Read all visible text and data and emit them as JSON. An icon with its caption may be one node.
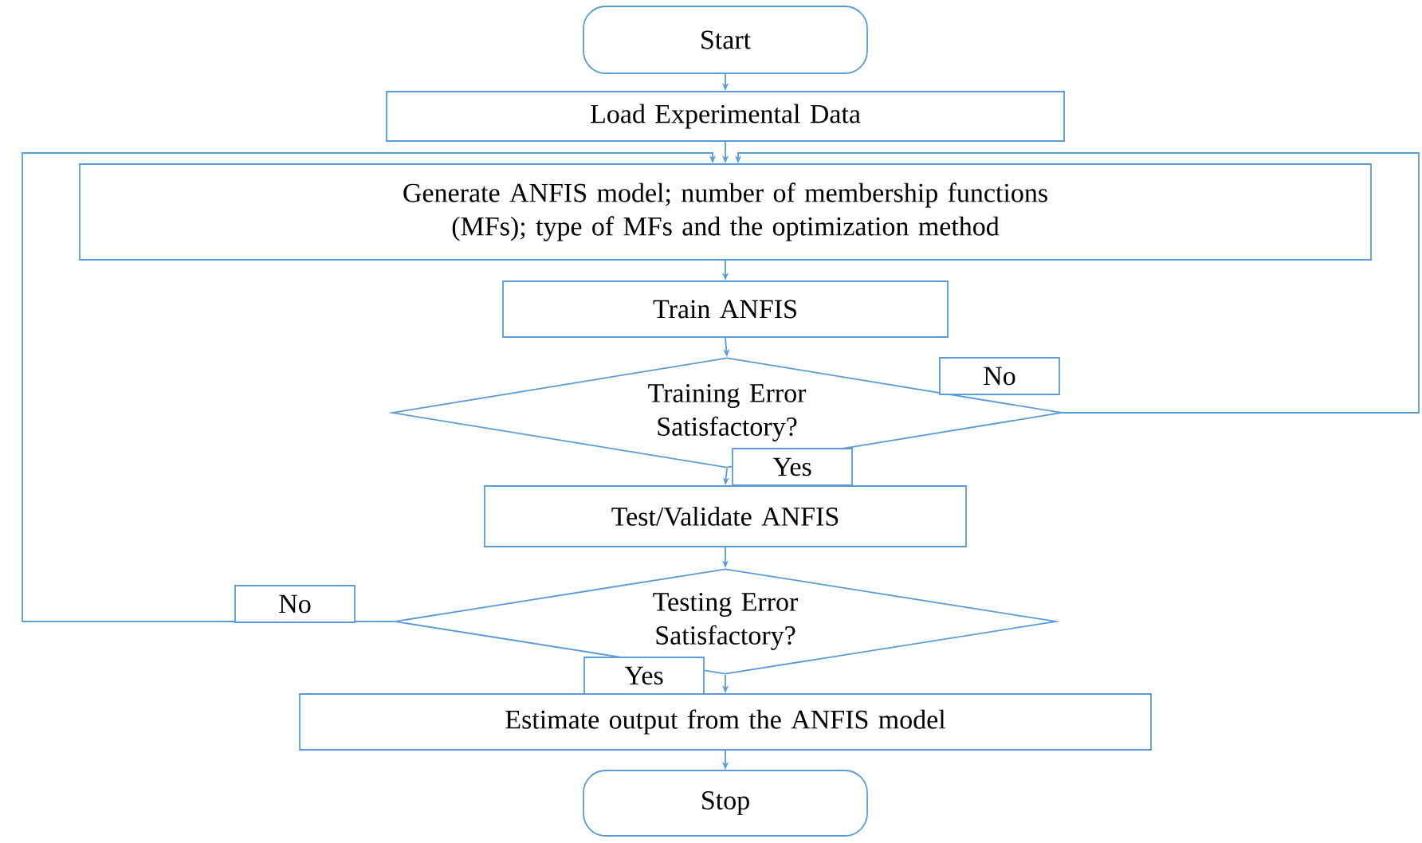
{
  "diagram": {
    "nodes": [
      {
        "text": [
          "Start"
        ]
      },
      {
        "text": [
          "Load Experimental Data"
        ]
      },
      {
        "text": [
          "Generate ANFIS model; number of membership functions (MFs); type of MFs and the optimization method"
        ]
      },
      {
        "text": [
          "Train ANFIS"
        ]
      },
      {
        "text": [
          "Training Error Satisfactory?"
        ]
      },
      {
        "text": [
          "Test/Validate ANFIS"
        ]
      },
      {
        "text": [
          "Testing Error Satisfactory?"
        ]
      },
      {
        "text": [
          "Estimate output from the ANFIS model"
        ]
      },
      {
        "text": [
          "Stop"
        ]
      }
    ],
    "edges": [
      {
        "from": 0,
        "to": 1,
        "arrow": "to"
      },
      {
        "from": 1,
        "to": 2,
        "arrow": "to"
      },
      {
        "from": 2,
        "to": 3,
        "arrow": "to"
      },
      {
        "from": 3,
        "to": 4,
        "arrow": "to"
      },
      {
        "from": 4,
        "to": 2,
        "arrow": "to",
        "label": "No"
      },
      {
        "from": 4,
        "to": 5,
        "arrow": "to",
        "label": "Yes"
      },
      {
        "from": 5,
        "to": 6,
        "arrow": "to"
      },
      {
        "from": 6,
        "to": 2,
        "arrow": "to",
        "label": "No"
      },
      {
        "from": 6,
        "to": 7,
        "arrow": "to",
        "label": "Yes"
      },
      {
        "from": 7,
        "to": 8,
        "arrow": "to"
      }
    ]
  }
}
